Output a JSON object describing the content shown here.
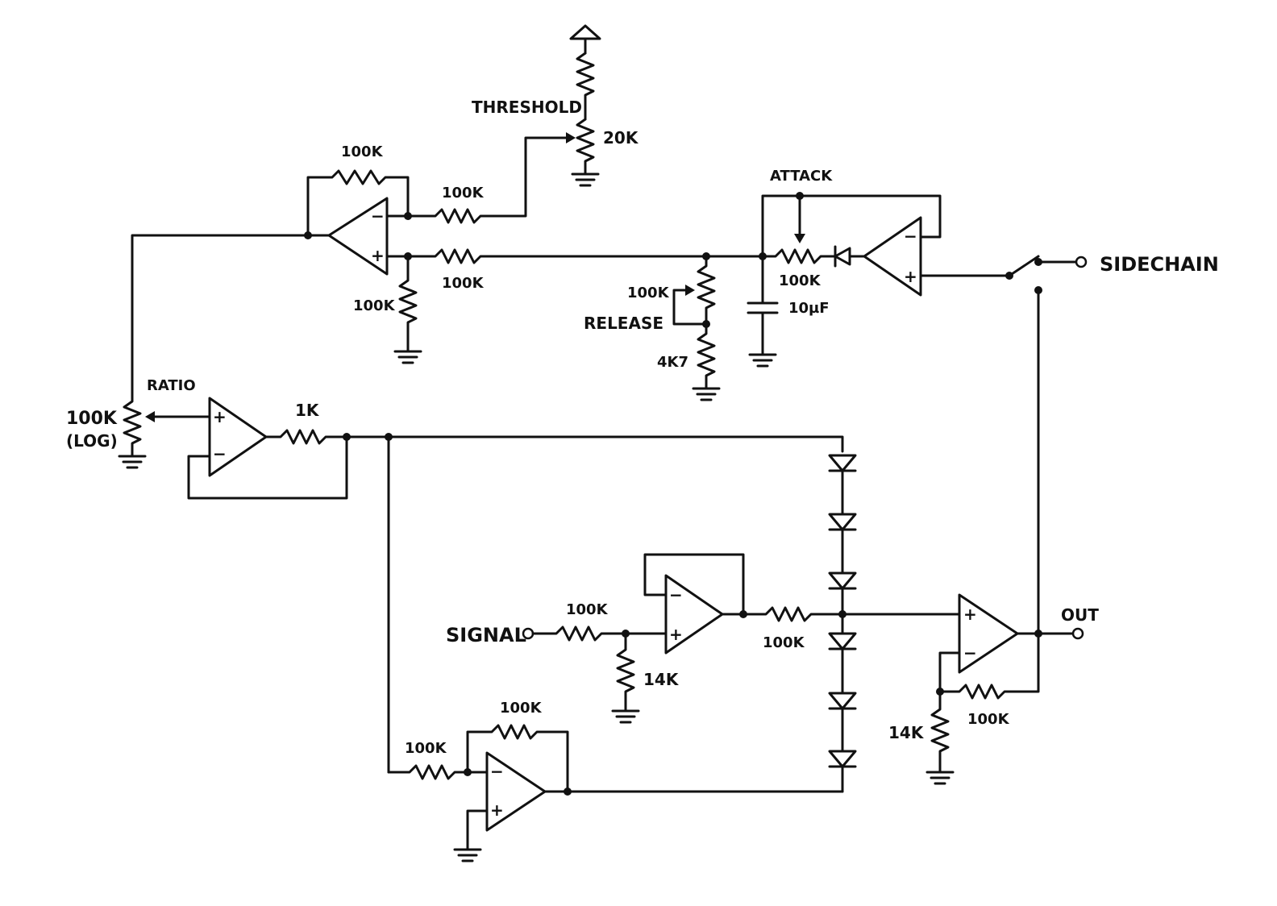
{
  "labels": {
    "threshold": "THRESHOLD",
    "r_threshold": "20K",
    "r_feedback_top": "100K",
    "r_threshold_input": "100K",
    "r_noninv_input": "100K",
    "r_noninv_ground": "100K",
    "attack": "ATTACK",
    "r_attack": "100K",
    "c_attack": "10µF",
    "r_release_pot": "100K",
    "release": "RELEASE",
    "r_release_fixed": "4K7",
    "sidechain": "SIDECHAIN",
    "ratio": "RATIO",
    "r_ratio_value": "100K",
    "r_ratio_taper": "(LOG)",
    "r_ratio_out": "1K",
    "signal": "SIGNAL",
    "r_signal_in": "100K",
    "r_signal_div": "14K",
    "r_buffer_out": "100K",
    "r_inv_feedback": "100K",
    "r_inv_input": "100K",
    "r_out_gain": "14K",
    "r_out_feedback": "100K",
    "out": "OUT"
  }
}
